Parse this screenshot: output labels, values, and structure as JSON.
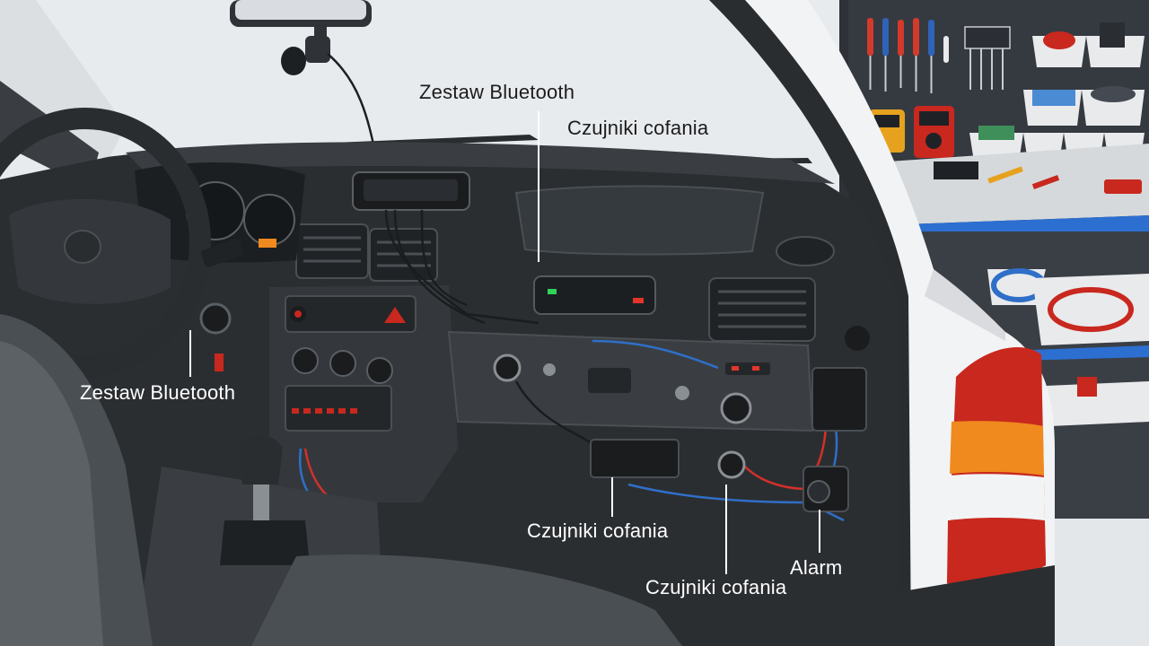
{
  "labels": {
    "bluetooth_top": "Zestaw Bluetooth",
    "parking_sensors_top": "Czujniki cofania",
    "bluetooth_left": "Zestaw Bluetooth",
    "parking_sensors_middle": "Czujniki cofania",
    "parking_sensors_bottom": "Czujniki cofania",
    "alarm": "Alarm"
  },
  "colors": {
    "dashboard": "#2b2e31",
    "trim": "#3a3e42",
    "body_white": "#f2f3f4",
    "taillight_red": "#c8281e",
    "taillight_amber": "#f08a1e",
    "wire_blue": "#2f6fc8",
    "wire_red": "#d2302a",
    "indicator_green": "#2fd35a",
    "indicator_red": "#e4352b",
    "shelf_blue": "#2c6fd1"
  }
}
